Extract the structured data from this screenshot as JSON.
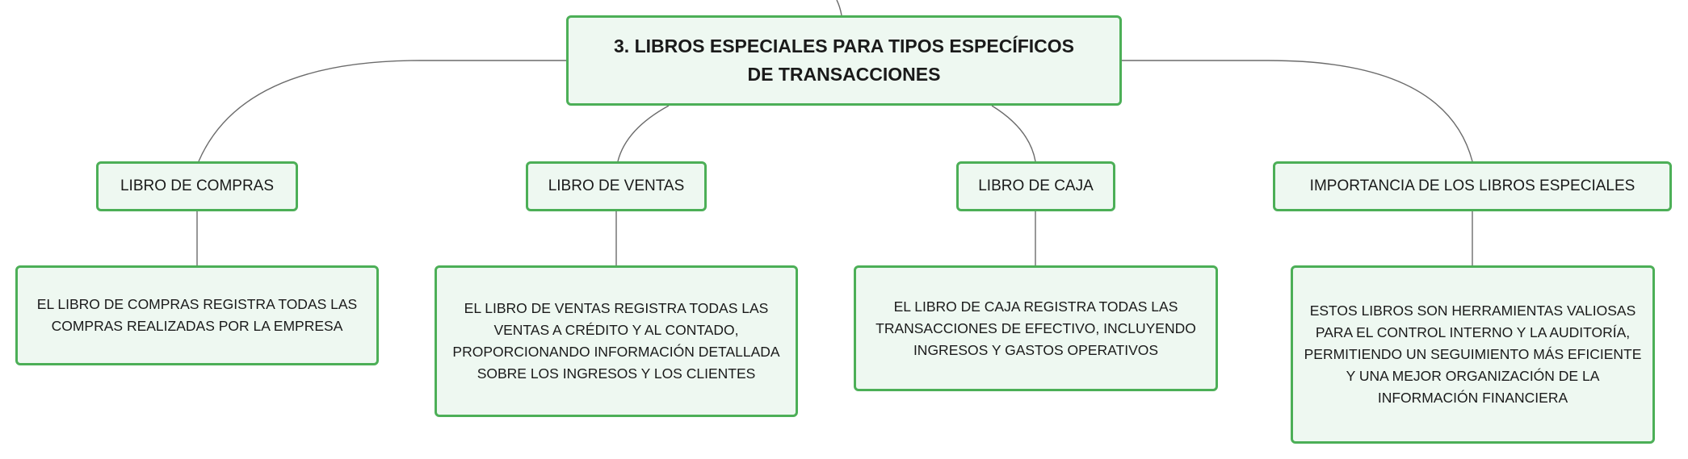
{
  "root": {
    "title": "3. LIBROS ESPECIALES PARA TIPOS ESPECÍFICOS DE TRANSACCIONES"
  },
  "branches": [
    {
      "label": "LIBRO DE COMPRAS",
      "detail": "EL LIBRO DE COMPRAS REGISTRA TODAS LAS COMPRAS REALIZADAS POR LA EMPRESA"
    },
    {
      "label": "LIBRO DE VENTAS",
      "detail": "EL LIBRO DE VENTAS REGISTRA TODAS LAS VENTAS A CRÉDITO Y AL CONTADO, PROPORCIONANDO INFORMACIÓN DETALLADA SOBRE LOS INGRESOS Y LOS CLIENTES"
    },
    {
      "label": "LIBRO DE CAJA",
      "detail": "EL LIBRO DE CAJA REGISTRA TODAS LAS TRANSACCIONES DE EFECTIVO, INCLUYENDO INGRESOS Y GASTOS OPERATIVOS"
    },
    {
      "label": "IMPORTANCIA DE LOS LIBROS ESPECIALES",
      "detail": "ESTOS LIBROS SON HERRAMIENTAS VALIOSAS PARA EL CONTROL INTERNO Y LA AUDITORÍA, PERMITIENDO UN SEGUIMIENTO MÁS EFICIENTE Y UNA MEJOR ORGANIZACIÓN DE LA INFORMACIÓN FINANCIERA"
    }
  ],
  "colors": {
    "node_border": "#4caf57",
    "node_fill": "#eef8f1",
    "connector": "#6b6b6b"
  }
}
